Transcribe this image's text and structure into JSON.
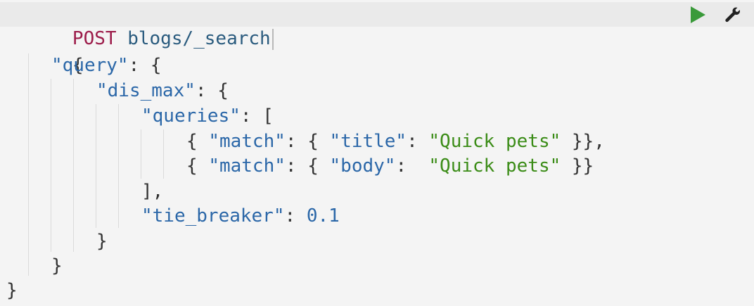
{
  "request": {
    "method": "POST",
    "path": "blogs/_search"
  },
  "actions": {
    "run_icon": "play-icon",
    "settings_icon": "wrench-icon"
  },
  "body": {
    "open_brace": "{",
    "query_key": "\"query\"",
    "query_tail": ": {",
    "dis_max_key": "\"dis_max\"",
    "dis_max_tail": ": {",
    "queries_key": "\"queries\"",
    "queries_tail": ": [",
    "match1": {
      "open": "{ ",
      "match_key": "\"match\"",
      "mid": ": { ",
      "field_key": "\"title\"",
      "colon": ": ",
      "value": "\"Quick pets\"",
      "close": " }},"
    },
    "match2": {
      "open": "{ ",
      "match_key": "\"match\"",
      "mid": ": { ",
      "field_key": "\"body\"",
      "colon": ":  ",
      "value": "\"Quick pets\"",
      "close": " }}"
    },
    "queries_close": "],",
    "tie_breaker_key": "\"tie_breaker\"",
    "tie_breaker_colon": ": ",
    "tie_breaker_value": "0.1",
    "dis_max_close": "}",
    "query_close": "}",
    "close_brace": "}"
  },
  "colors": {
    "method": "#9c1c4a",
    "key": "#2b67a8",
    "string": "#3b8c17",
    "run_icon": "#3a9a3a",
    "wrench_icon": "#222222"
  }
}
